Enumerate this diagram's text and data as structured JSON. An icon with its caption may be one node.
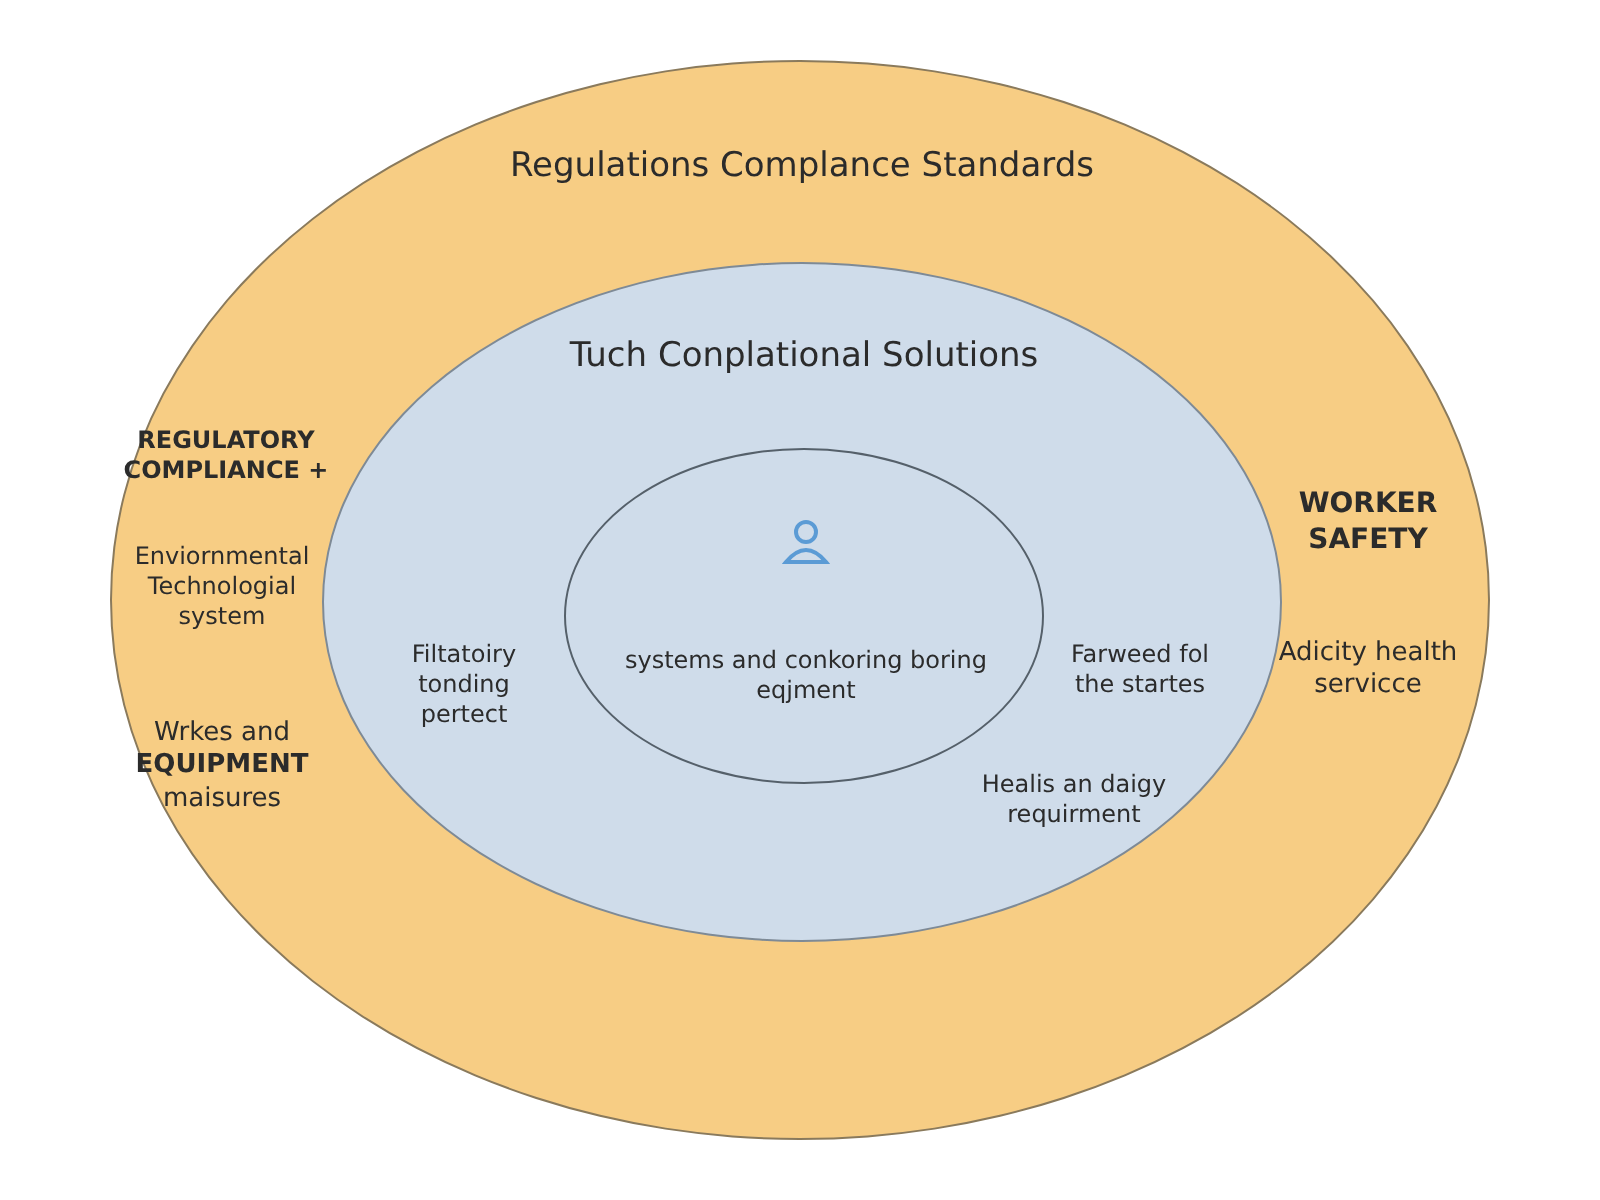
{
  "diagram": {
    "nodes": [
      {
        "text": [
          "Regulations Complance Standards",
          "REGULATORY COMPLIANCE +",
          "Enviornmental Technologial system",
          "Wrkes and **EQUIPMENT** maisures",
          "WORKER SAFETY",
          "Adicity health servicce"
        ]
      },
      {
        "text": [
          "Tuch Conplational Solutions",
          "Filtatoiry tonding pertect",
          "Farweed fol the startes",
          "Healis an daigy requirment"
        ],
        "in": 0
      },
      {
        "text": [
          "systems and conkoring boring eqjment"
        ],
        "in": 1
      }
    ],
    "edges": []
  }
}
